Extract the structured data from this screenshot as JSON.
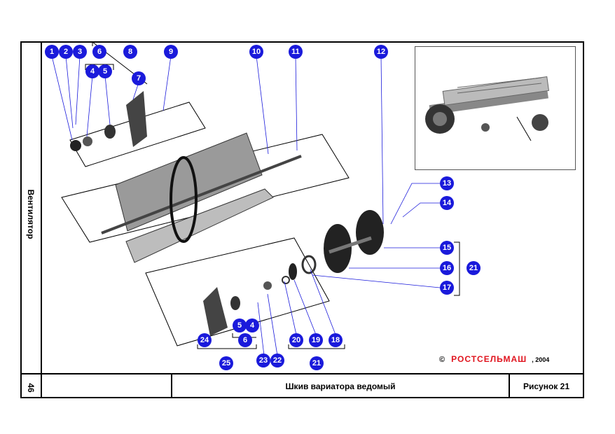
{
  "sidebar": {
    "vertical_title": "Вентилятор",
    "page_number": "46"
  },
  "footer": {
    "title": "Шкив вариатора ведомый",
    "figure": "Рисунок 21"
  },
  "brand": {
    "copyright": "©",
    "logo": "РОСТСЕЛЬМАШ",
    "year": ", 2004"
  },
  "callouts": [
    "1",
    "2",
    "3",
    "6",
    "8",
    "9",
    "10",
    "11",
    "12",
    "4",
    "5",
    "7",
    "13",
    "14",
    "15",
    "16",
    "21",
    "17",
    "5",
    "4",
    "24",
    "6",
    "25",
    "23",
    "22",
    "20",
    "19",
    "18",
    "21"
  ],
  "colors": {
    "callout": "#1a1adb",
    "brand": "#e0141e"
  }
}
